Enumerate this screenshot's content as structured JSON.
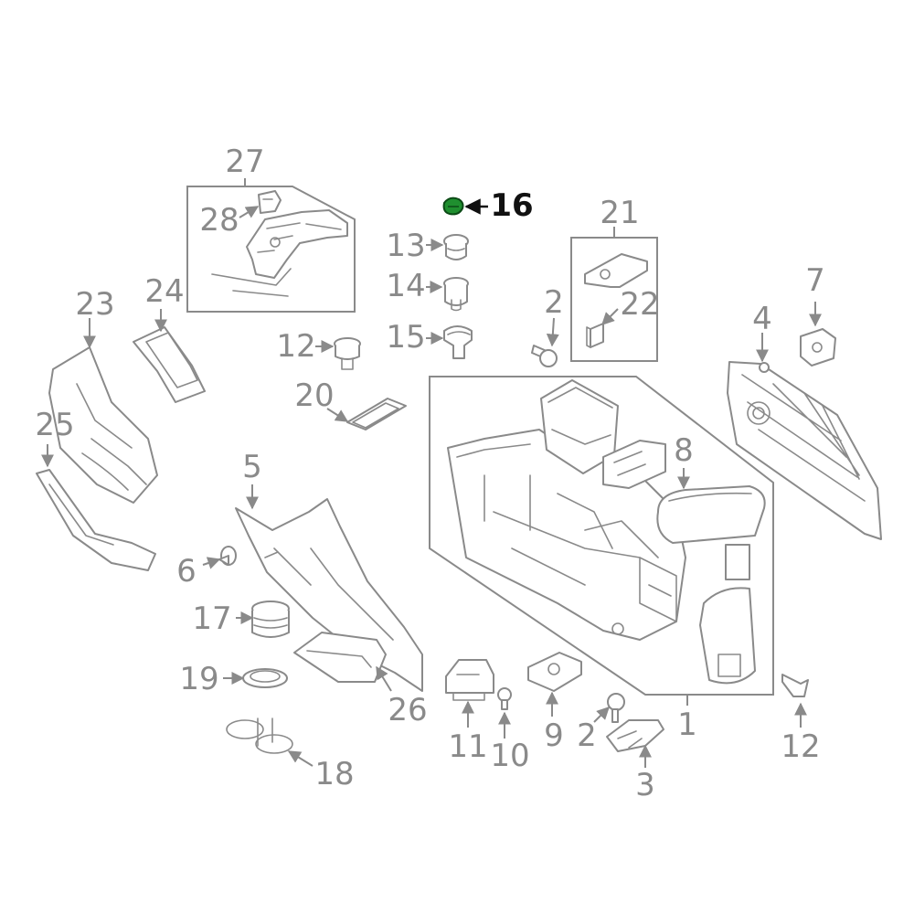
{
  "diagram": {
    "highlight_color": "#1f8f2f",
    "line_color": "#8a8a8a",
    "callouts": {
      "c1": "1",
      "c2a": "2",
      "c2b": "2",
      "c3": "3",
      "c4": "4",
      "c5": "5",
      "c6": "6",
      "c7": "7",
      "c8": "8",
      "c9": "9",
      "c10": "10",
      "c11": "11",
      "c12a": "12",
      "c12b": "12",
      "c13": "13",
      "c14": "14",
      "c15": "15",
      "c16": "16",
      "c17": "17",
      "c18": "18",
      "c19": "19",
      "c20": "20",
      "c21": "21",
      "c22": "22",
      "c23": "23",
      "c24": "24",
      "c25": "25",
      "c26": "26",
      "c27": "27",
      "c28": "28"
    }
  }
}
